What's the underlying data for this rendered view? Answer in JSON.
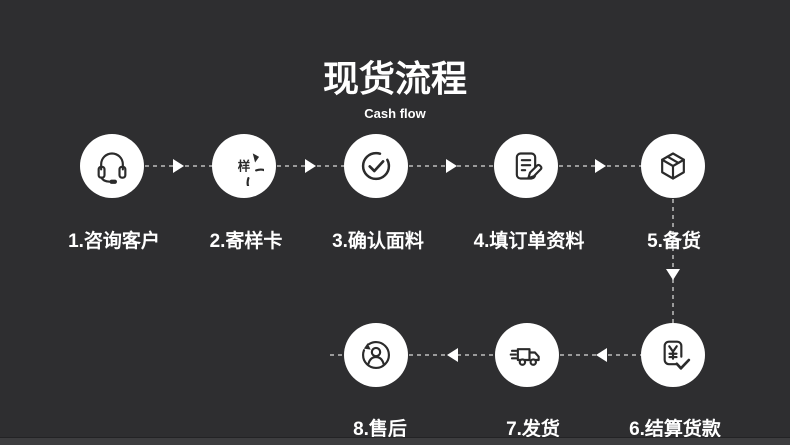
{
  "title": "现货流程",
  "subtitle": "Cash flow",
  "colors": {
    "background": "#2e2e30",
    "circle_fill": "#ffffff",
    "icon_stroke": "#2b2b2b",
    "label_text": "#ffffff",
    "connector_dash": "#9a9a9a",
    "arrowhead": "#ffffff",
    "bottom_bar": "#3d3d3f"
  },
  "steps": [
    {
      "label": "1.咨询客户",
      "icon": "headset-icon"
    },
    {
      "label": "2.寄样卡",
      "icon": "sample-cycle-icon",
      "icon_char": "样"
    },
    {
      "label": "3.确认面料",
      "icon": "check-circle-icon"
    },
    {
      "label": "4.填订单资料",
      "icon": "order-form-icon"
    },
    {
      "label": "5.备货",
      "icon": "package-box-icon"
    },
    {
      "label": "6.结算货款",
      "icon": "payment-yuan-icon"
    },
    {
      "label": "7.发货",
      "icon": "delivery-truck-icon"
    },
    {
      "label": "8.售后",
      "icon": "after-sales-icon"
    }
  ],
  "flow": {
    "top_row_order": [
      "1",
      "2",
      "3",
      "4",
      "5"
    ],
    "top_row_direction": "left-to-right",
    "bottom_row_order": [
      "6",
      "7",
      "8"
    ],
    "bottom_row_direction": "right-to-left",
    "turn": "step 5 connects down to step 6"
  }
}
